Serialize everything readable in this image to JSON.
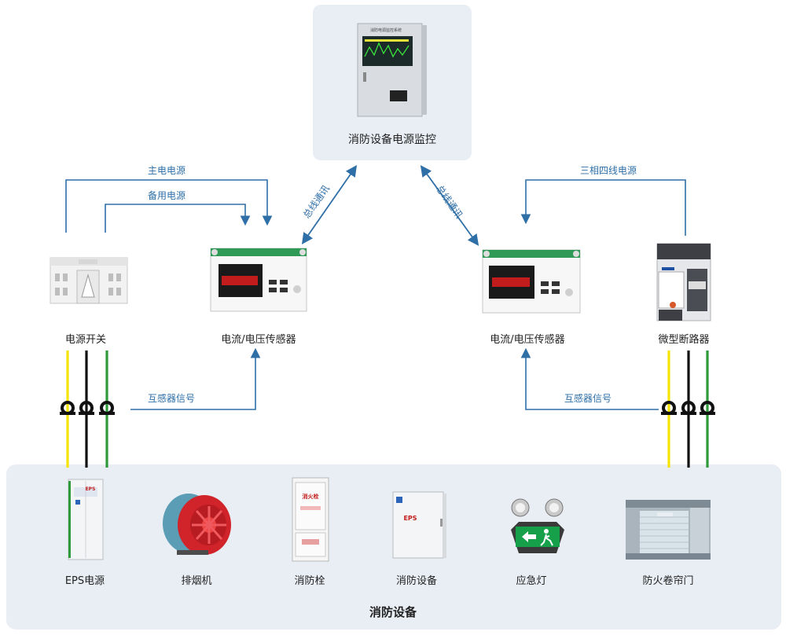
{
  "top_monitor": {
    "label": "消防设备电源监控",
    "screen_title": "消防电源监控系统"
  },
  "left_devices": {
    "switch_label": "电源开关",
    "sensor_label": "电流/电压传感器",
    "main_power": "主电电源",
    "backup_power": "备用电源",
    "signal": "互感器信号",
    "bus_label": "总线通讯"
  },
  "right_devices": {
    "breaker_label": "微型断路器",
    "sensor_label": "电流/电压传感器",
    "three_phase": "三相四线电源",
    "signal": "互感器信号",
    "bus_label": "总线通讯"
  },
  "bottom": {
    "title": "消防设备",
    "items": [
      {
        "label": "EPS电源",
        "icon": "eps-cabinet-icon"
      },
      {
        "label": "排烟机",
        "icon": "smoke-fan-icon"
      },
      {
        "label": "消防栓",
        "icon": "fire-hydrant-box-icon"
      },
      {
        "label": "消防设备",
        "icon": "fire-equipment-box-icon"
      },
      {
        "label": "应急灯",
        "icon": "emergency-light-icon"
      },
      {
        "label": "防火卷帘门",
        "icon": "fire-shutter-door-icon"
      }
    ],
    "eps_text": "EPS",
    "hydrant_text": "消火栓"
  },
  "colors": {
    "line": "#2f6fa7",
    "yellow": "#f5e400",
    "black": "#111111",
    "green": "#2e9a3a"
  }
}
